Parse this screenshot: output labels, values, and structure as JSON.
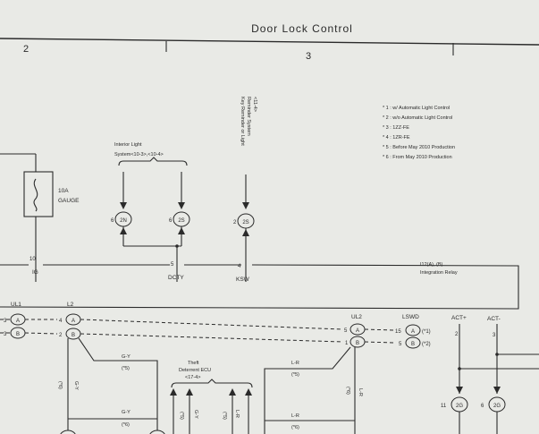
{
  "header": {
    "title": "Door Lock Control",
    "zone_left": "2",
    "zone_right": "3"
  },
  "notes": [
    "* 1 : w/ Automatic Light Control",
    "* 2 : w/o Automatic Light Control",
    "* 3 : 1ZZ-FE",
    "* 4 : 1ZR-FE",
    "* 5 : Before May 2010 Production",
    "* 6 : From May 2010 Production"
  ],
  "fuse": {
    "rating": "10A",
    "name": "GAUGE"
  },
  "interior_light": {
    "line1": "Interior Light",
    "line2": "System<10-3>,<10-4>"
  },
  "key_reminder": {
    "line1": "Key Reminder or Light",
    "line2": "Reminder System",
    "line3": "<11-4>"
  },
  "relay": {
    "line1": "I12(A), (B)",
    "line2": "Integration Relay"
  },
  "terminals": {
    "ig": "IG",
    "ig_pin": "10",
    "dcty": "DCTY",
    "dcty_pin": "5",
    "ksw": "KSW",
    "ksw_pin": "4",
    "ul1": "UL1",
    "l2": "L2",
    "ul2": "UL2",
    "lswd": "LSWD",
    "act_plus": "ACT+",
    "act_minus": "ACT-",
    "act_plus_pin": "2",
    "act_minus_pin": "3"
  },
  "connectors": {
    "c_2n": "2N",
    "c_2n_pin": "6",
    "c_2s_a": "2S",
    "c_2s_a_pin": "6",
    "c_2s_b": "2S",
    "c_2s_b_pin": "2",
    "ul1_a": "A",
    "ul1_a_pin": "3",
    "ul1_b": "B",
    "ul1_b_pin": "3",
    "l2_a": "A",
    "l2_a_pin": "4",
    "l2_b": "B",
    "l2_b_pin": "2",
    "ul2_a": "A",
    "ul2_a_pin": "5",
    "ul2_b": "B",
    "ul2_b_pin": "1",
    "lswd_a": "A",
    "lswd_a_pin": "15",
    "lswd_a_note": "(*1)",
    "lswd_b": "B",
    "lswd_b_pin": "5",
    "lswd_b_note": "(*2)",
    "c_2g_a": "2G",
    "c_2g_a_pin": "11",
    "c_2g_b": "2G",
    "c_2g_b_pin": "6"
  },
  "wires": {
    "gy_1": "G-Y",
    "gy_1_note": "(*5)",
    "gy_2": "G-Y",
    "gy_2_note": "(*6)",
    "lr_1": "L-R",
    "lr_1_note": "(*5)",
    "lr_2": "L-R",
    "lr_2_note": "(*6)",
    "v_left_1": "(*6)",
    "v_left_2": "G-Y",
    "v_mid_1": "(*5)",
    "v_mid_2": "G-Y",
    "v_mid_3": "(*5)",
    "v_mid_4": "L-R",
    "v_right_1": "(*6)",
    "v_right_2": "L-R"
  },
  "theft_ecu": {
    "line1": "Theft",
    "line2": "Deterrent ECU",
    "line3": "<17-4>"
  }
}
